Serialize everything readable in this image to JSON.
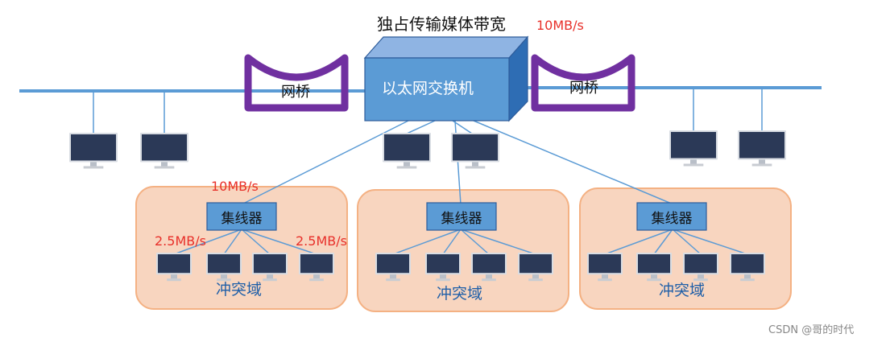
{
  "title": "独占传输媒体带宽",
  "switch_speed": "10MB/s",
  "switch": {
    "label": "以太网交换机"
  },
  "bridges": [
    {
      "label": "网桥"
    },
    {
      "label": "网桥"
    }
  ],
  "hub_uplink_speed": "10MB/s",
  "port_speed_left": "2.5MB/s",
  "port_speed_right": "2.5MB/s",
  "domains": [
    {
      "hub_label": "集线器",
      "domain_label": "冲突域"
    },
    {
      "hub_label": "集线器",
      "domain_label": "冲突域"
    },
    {
      "hub_label": "集线器",
      "domain_label": "冲突域"
    }
  ],
  "watermark": "CSDN @哥的时代",
  "colors": {
    "accent_red": "#e8302a",
    "bus_line": "#5b9bd5",
    "bridge_purple": "#7030a0",
    "switch_blue": "#5b9bd5",
    "domain_fill": "#f8d5bf",
    "domain_border": "#f4b183"
  }
}
